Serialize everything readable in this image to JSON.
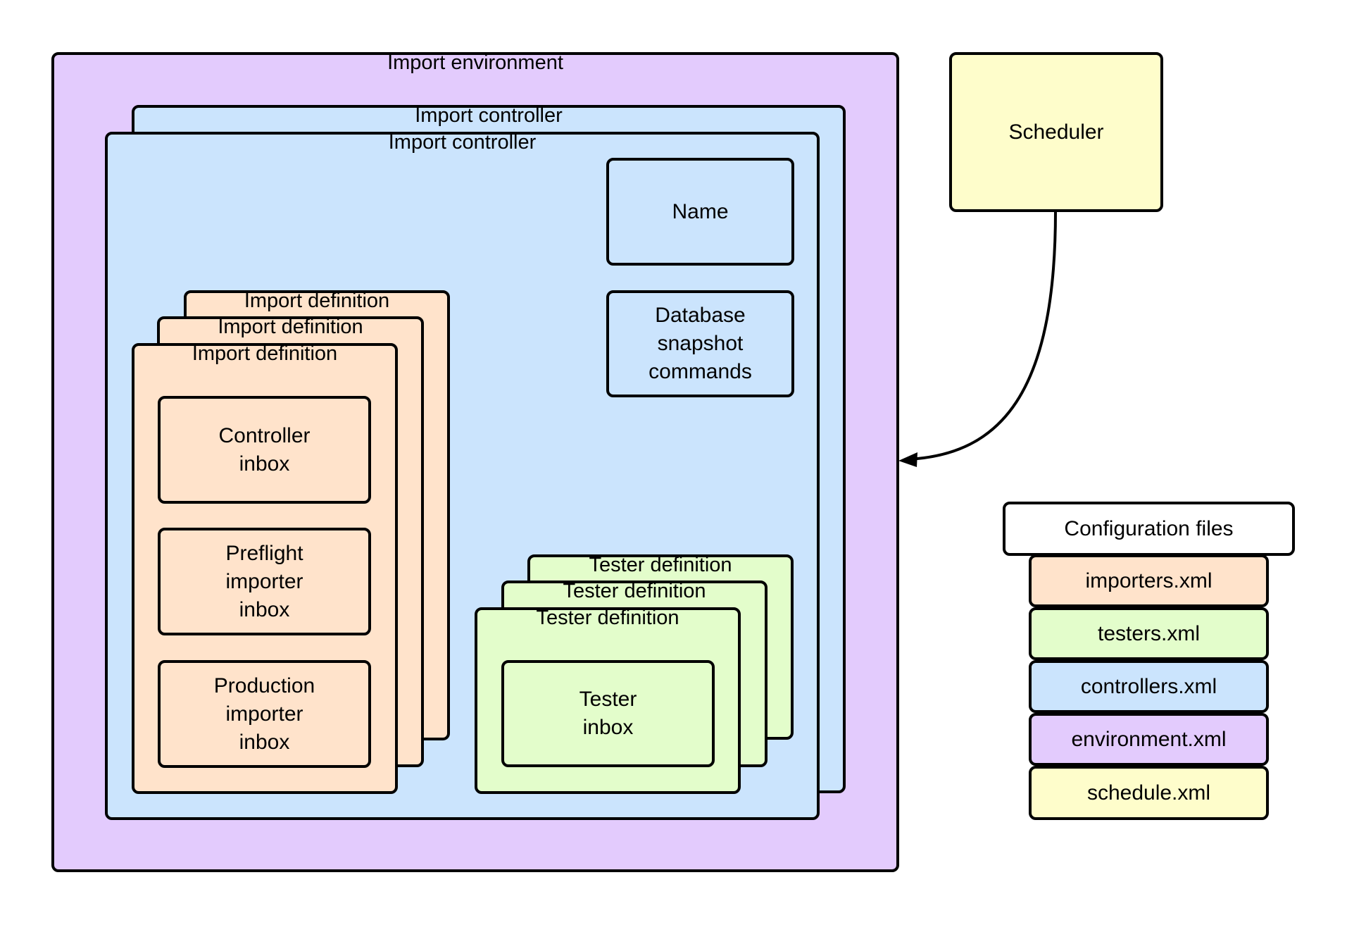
{
  "environment": {
    "title": "Import environment"
  },
  "controllers": [
    {
      "title": "Import controller"
    },
    {
      "title": "Import controller"
    }
  ],
  "controller_fields": {
    "name": "Name",
    "db_snapshot": "Database\nsnapshot\ncommands"
  },
  "import_definitions": [
    {
      "title": "Import definition"
    },
    {
      "title": "Import definition"
    },
    {
      "title": "Import definition"
    }
  ],
  "import_inboxes": [
    "Controller\ninbox",
    "Preflight\nimporter\ninbox",
    "Production\nimporter\ninbox"
  ],
  "tester_definitions": [
    {
      "title": "Tester definition"
    },
    {
      "title": "Tester definition"
    },
    {
      "title": "Tester definition"
    }
  ],
  "tester_inbox": "Tester\ninbox",
  "scheduler": {
    "label": "Scheduler"
  },
  "config": {
    "title": "Configuration files",
    "files": [
      {
        "name": "importers.xml",
        "color": "#ffe3cb"
      },
      {
        "name": "testers.xml",
        "color": "#e3fdcb"
      },
      {
        "name": "controllers.xml",
        "color": "#cbe4fd"
      },
      {
        "name": "environment.xml",
        "color": "#e3cbfd"
      },
      {
        "name": "schedule.xml",
        "color": "#fefdcb"
      }
    ]
  },
  "colors": {
    "environment": "#e3cbfd",
    "controller": "#cbe4fd",
    "import_definition": "#ffe3cb",
    "tester_definition": "#e3fdcb",
    "scheduler": "#fefdcb"
  }
}
